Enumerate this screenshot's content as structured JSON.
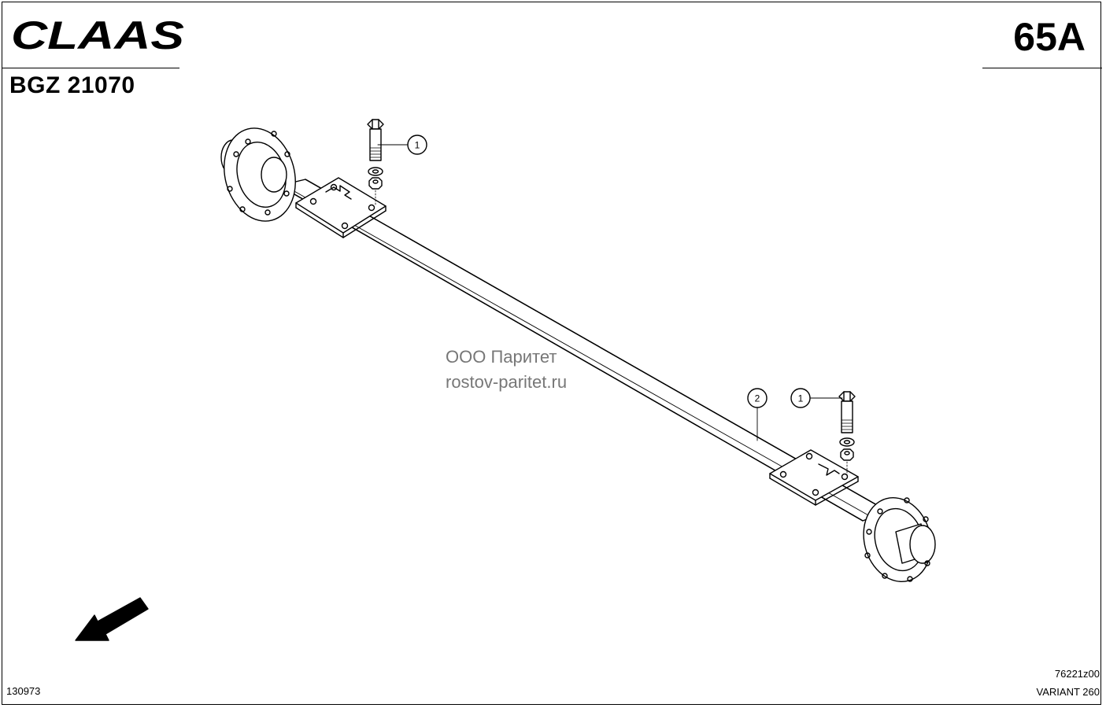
{
  "header": {
    "model": "BGZ 21070",
    "page_code": "65A"
  },
  "logo": {
    "text": "CLAAS"
  },
  "callouts": [
    "1",
    "2",
    "1"
  ],
  "watermark": {
    "line1": "ООО Паритет",
    "line2": "rostov-paritet.ru"
  },
  "footer": {
    "left_code": "130973",
    "drawing_ref": "76221z00",
    "variant": "VARIANT 260"
  },
  "icons": {
    "direction": "arrow-down-left-icon"
  },
  "colors": {
    "ink": "#000000",
    "watermark": "#777777"
  }
}
